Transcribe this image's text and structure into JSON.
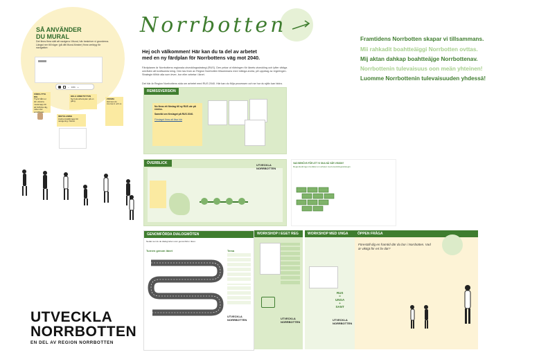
{
  "help": {
    "title_line1": "SÅ ANVÄNDER",
    "title_line2": "DU MURAL",
    "intro": "Det finns flera sätt att navigera i Mural, här beskriver vi grunderna. Längst ner till höger (på ditt Mural-fönster) finns verktyg för navigation:",
    "tip_move": "FÖRFLYTTA DIG",
    "tip_move_text": "Tryck håll ner din vänstra musknapp för att förflytta dig, rulla med scrollhjulet.",
    "tip_overview": "HELA ARBETSYTAN",
    "tip_overview_text": "Se hela arbetsytan på en gång.",
    "tip_zoom": "ZOOMA",
    "tip_zoom_text": "Här kan du zooma in och ut.",
    "tip_settings": "INSTÄLLNING",
    "tip_settings_text": "Ändra inställningar för navigering i Mural.",
    "toolbar_zoom": "13%"
  },
  "header": {
    "script_logo": "Norrbotten",
    "intro_heading": "Hej och välkommen! Här kan du ta del av arbetet med en ny färdplan för Norrbottens väg mot 2040.",
    "intro_paragraph": "Färdplanen är Norrbottens regionala utvecklingsstrategi (RUS). Den pekar ut riktningen för länets utveckling och lyfter viktiga områden att kraftsamla kring. Den tas fram av Region Norrbotten tillsammans med många andra, på uppdrag av regeringen. Strategin tillhör alla som lever, bor eller arbetar i länet.",
    "intro_paragraph2": "Det här är Region Norrbottens sida om arbetet med RUS 2040. Här kan du följa processen och se hur du själv kan bidra."
  },
  "slogans": {
    "line1": "Framtidens Norrbotten skapar vi tillsammans.",
    "line2": "Mii rahkadit boahtteäiggi Norrbotten ovttas.",
    "line3": "Mij aktan dahkap boahtteäjge Norrbottenav.",
    "line4": "Norrbottenin tulevaisuus oon meän yhteinen!",
    "line5": "Luomme Norrbottenin tulevaisuuden yhdessä!",
    "color_dark": "#3f7d2f",
    "color_light": "#a6cf8c"
  },
  "remiss": {
    "header": "REMISSVERSION",
    "note1": "Nu finns ett förslag till ny RUS ute på remiss.",
    "note2": "Samråd om förslaget på RUS 2040.",
    "link": "Förslaget finns att läsa här"
  },
  "overblick": {
    "header": "ÖVERBLICK",
    "brand_top": "UTVECKLA",
    "brand_bottom": "NORRBOTTEN"
  },
  "video": {
    "title": "VAD BEHÖVS FÖR ATT VI SKA NÅ VÅR VISION?",
    "sub": "Regionledningen berättar om arbetet med utvecklingsstrategin."
  },
  "dialog": {
    "header": "GENOMFÖRDA DIALOGMÖTEN",
    "text": "Nedan ser du de dialogmöten som genomförts i länet.",
    "tour": "Turnén genom länet",
    "tema": "Tema"
  },
  "workshop_region": {
    "header": "WORKSHOP I EGET REG",
    "brand_top": "UTVECKLA",
    "brand_bottom": "NORRBOTTEN"
  },
  "workshop_unga": {
    "header": "WORKSHOP MED UNGA",
    "sign_line1": "RUS",
    "sign_line2": "=",
    "sign_line3": "UNGA",
    "sign_line4": "+",
    "sign_line5": "SANT",
    "brand_top": "UTVECKLA",
    "brand_bottom": "NORRBOTTEN"
  },
  "oppen": {
    "header": "ÖPPEN FRÅGA",
    "question": "Föreställ dig en framtid där du bor i Norrbotten. Vad är viktigt för ert liv där?"
  },
  "footer_brand": {
    "line1": "UTVECKLA",
    "line2": "NORRBOTTEN",
    "line3": "EN DEL AV REGION NORRBOTTEN"
  }
}
